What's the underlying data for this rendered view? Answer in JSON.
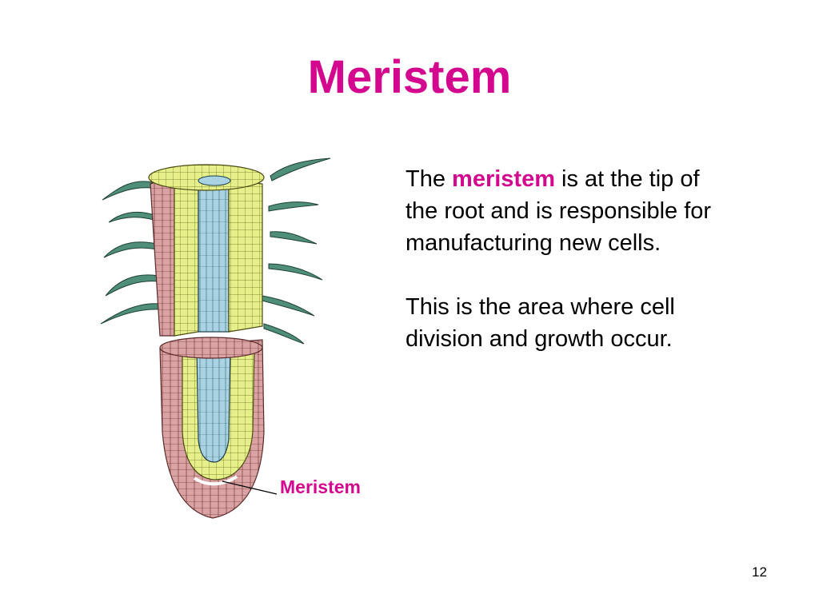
{
  "slide": {
    "title": "Meristem",
    "paragraph1": {
      "prefix": "The ",
      "highlight": "meristem",
      "suffix": " is at the tip of the root and is responsible for manufacturing new cells."
    },
    "paragraph2": "This is the area where cell division and growth occur.",
    "diagram_label": "Meristem",
    "page_number": "12"
  },
  "colors": {
    "accent": "#d4088f",
    "epidermis": "#d9a3a3",
    "cortex": "#e6f08a",
    "vascular": "#a9d3e2",
    "root_hair": "#4f8f7a"
  }
}
